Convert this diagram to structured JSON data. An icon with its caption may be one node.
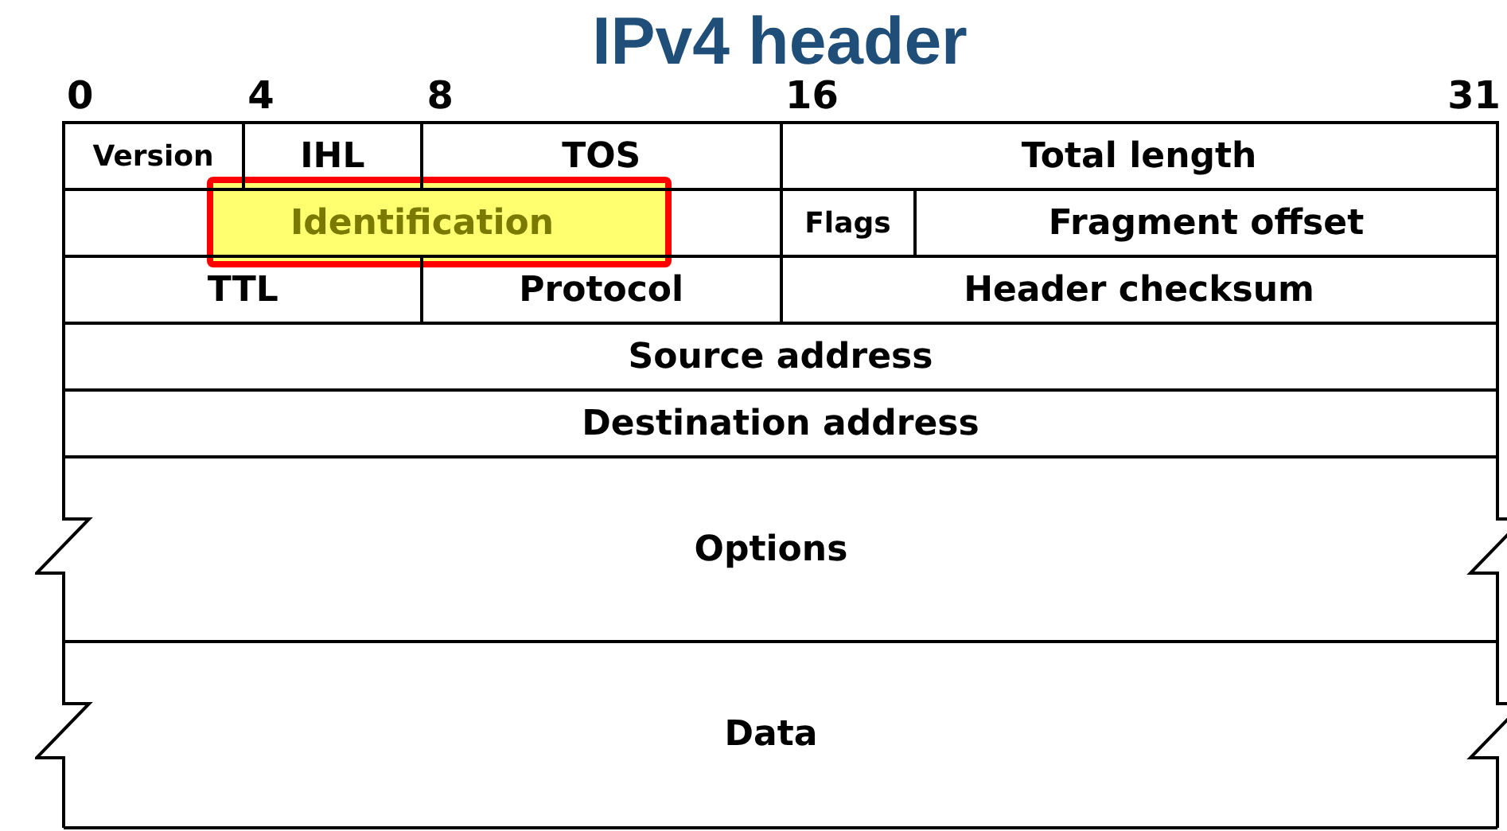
{
  "diagram": {
    "title": "IPv4 header",
    "nodes": [
      {
        "text": [
          "Version"
        ]
      },
      {
        "text": [
          "IHL"
        ]
      },
      {
        "text": [
          "TOS"
        ]
      },
      {
        "text": [
          "Total length"
        ]
      },
      {
        "text": [
          "Identification"
        ]
      },
      {
        "text": [
          "Flags"
        ]
      },
      {
        "text": [
          "Fragment offset"
        ]
      },
      {
        "text": [
          "TTL"
        ]
      },
      {
        "text": [
          "Protocol"
        ]
      },
      {
        "text": [
          "Header checksum"
        ]
      },
      {
        "text": [
          "Source address"
        ]
      },
      {
        "text": [
          "Destination address"
        ]
      },
      {
        "text": [
          "Options"
        ]
      },
      {
        "text": [
          "Data"
        ]
      }
    ],
    "labels": [
      "0",
      "4",
      "8",
      "16",
      "31"
    ]
  }
}
